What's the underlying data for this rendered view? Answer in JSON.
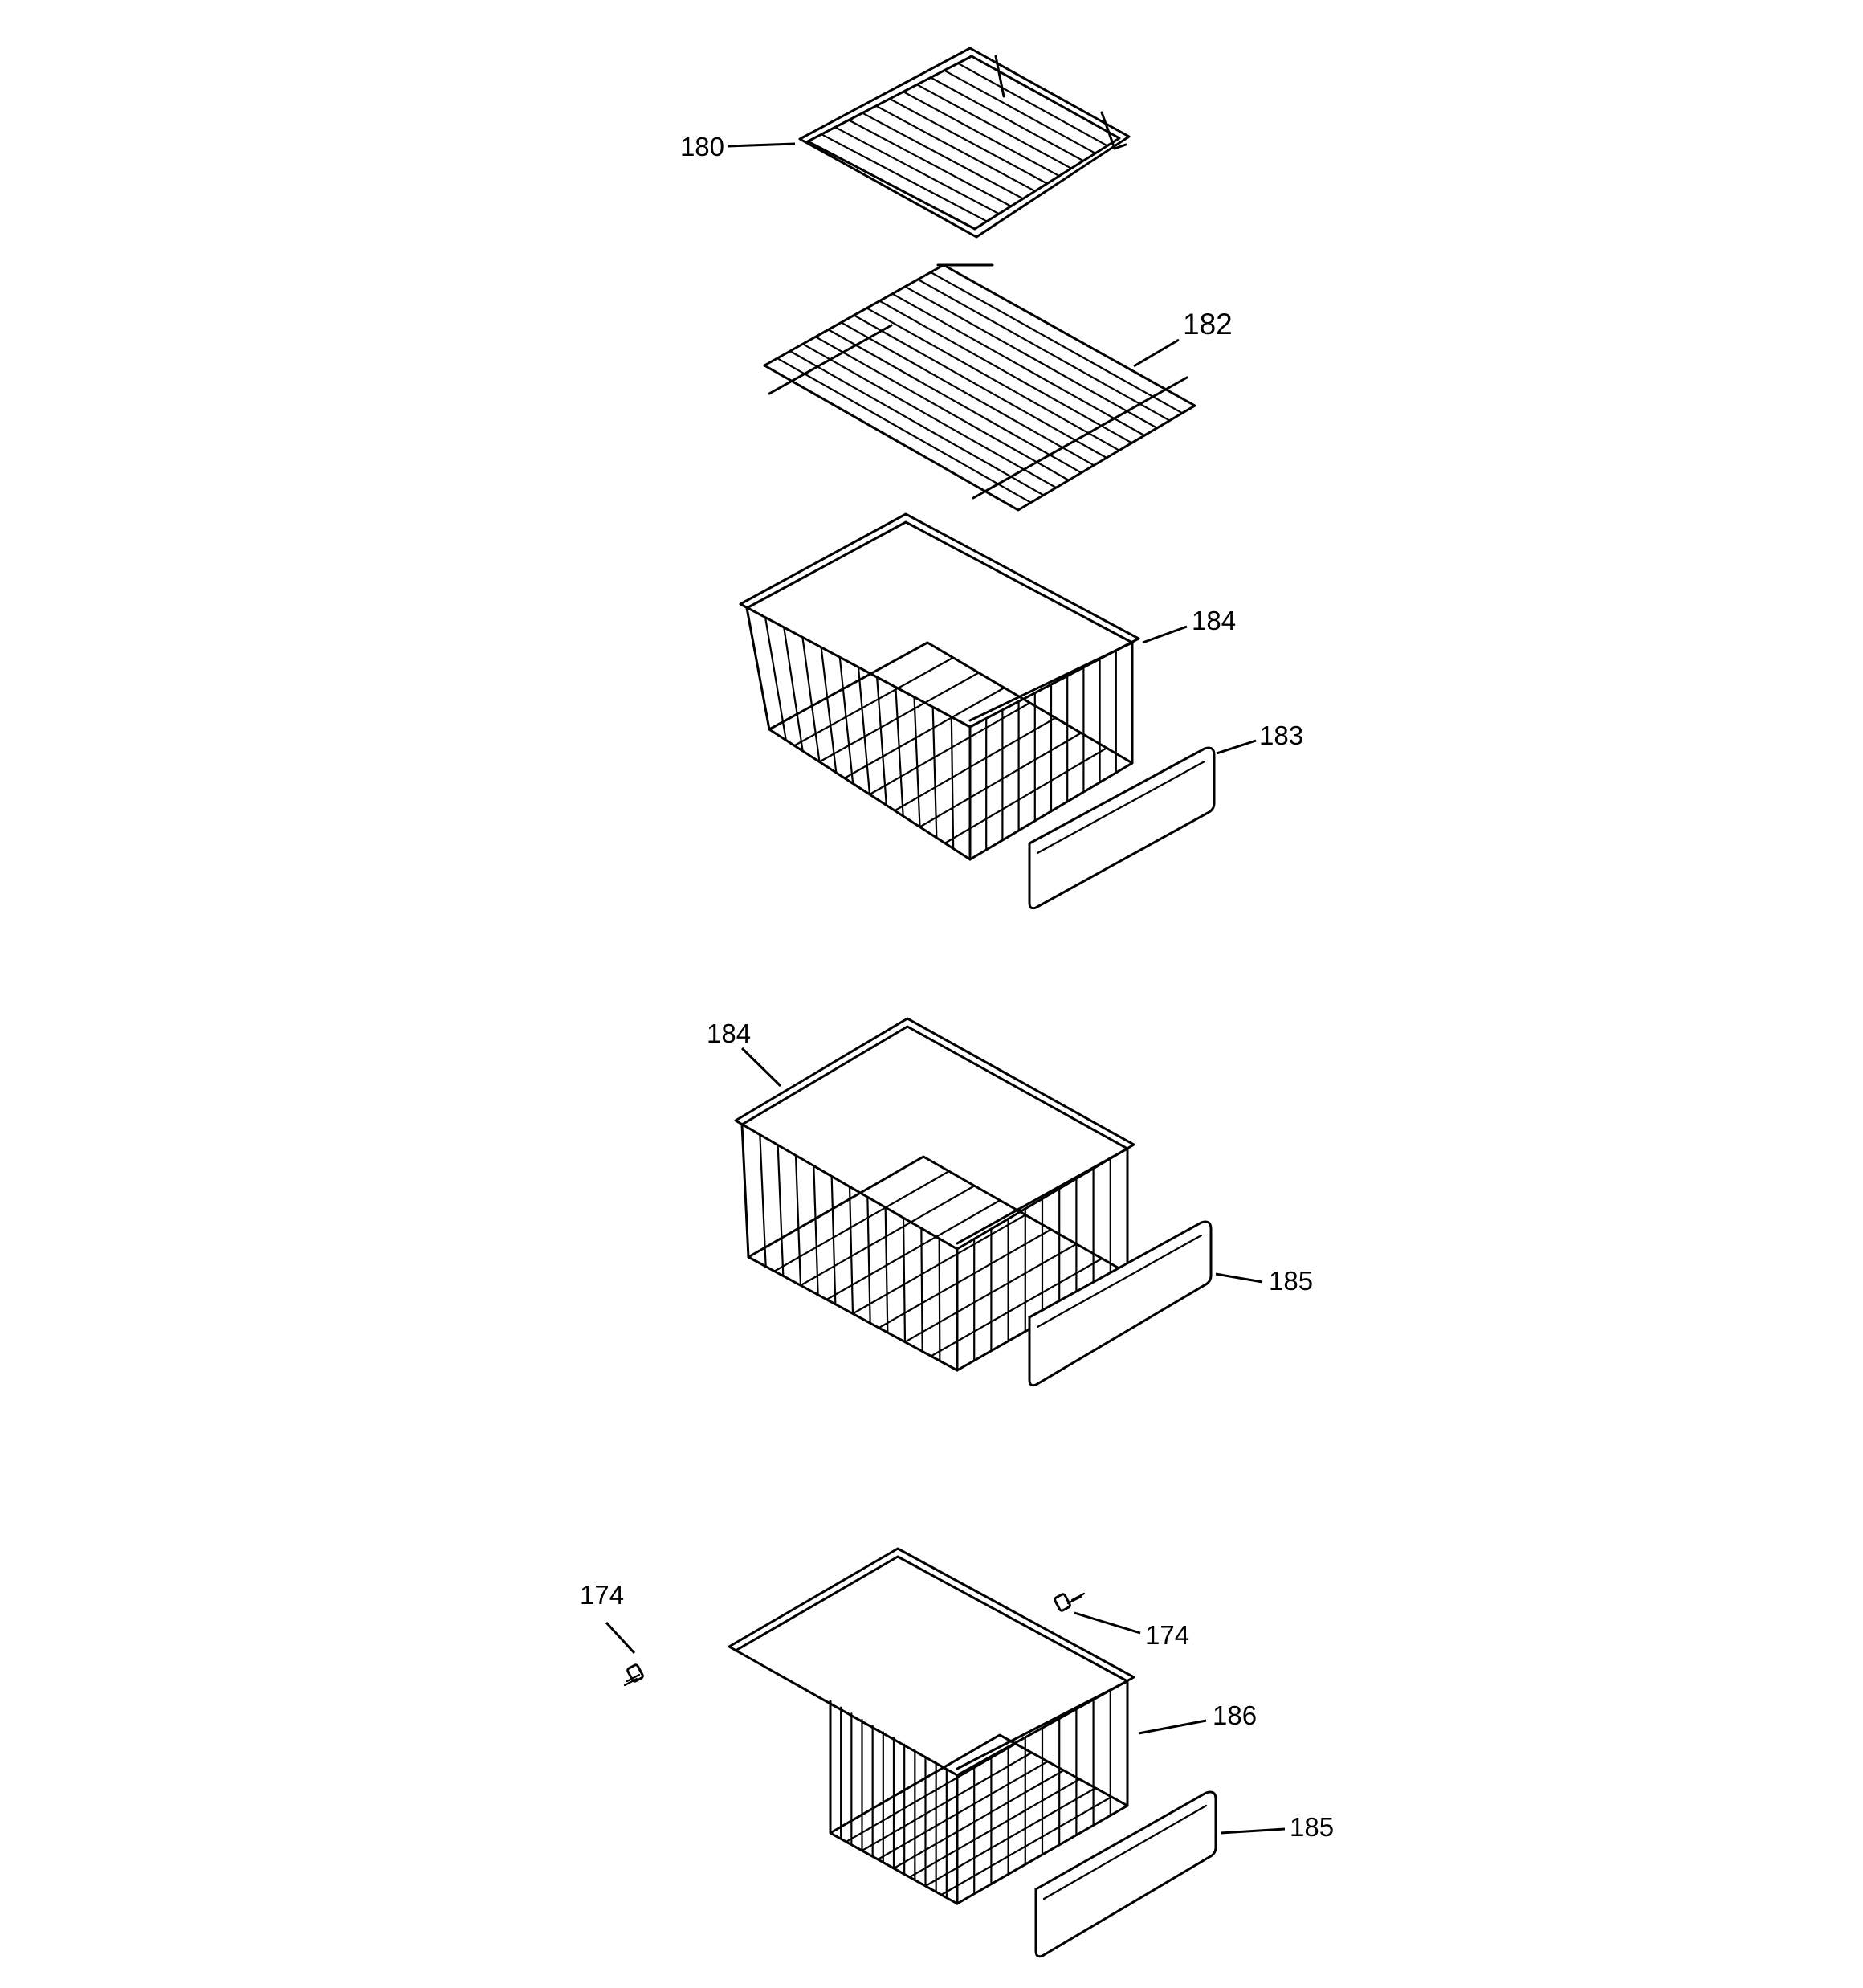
{
  "parts": {
    "shelf_180": {
      "label": "180",
      "name": "shelf"
    },
    "shelf_182": {
      "label": "182",
      "name": "shelf"
    },
    "basket_184_top": {
      "label": "184",
      "name": "basket"
    },
    "front_183": {
      "label": "183",
      "name": "front panel"
    },
    "basket_184_mid": {
      "label": "184",
      "name": "basket"
    },
    "front_185_mid": {
      "label": "185",
      "name": "front panel"
    },
    "screw_174_left": {
      "label": "174",
      "name": "screw"
    },
    "screw_174_right": {
      "label": "174",
      "name": "screw"
    },
    "basket_186": {
      "label": "186",
      "name": "basket"
    },
    "front_185_bottom": {
      "label": "185",
      "name": "front panel"
    }
  }
}
